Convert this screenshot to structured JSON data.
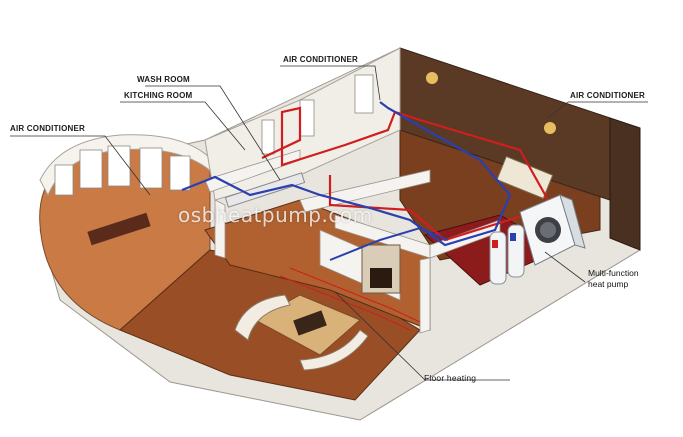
{
  "labels": {
    "air_conditioner_left": "AIR CONDITIONER",
    "wash_room": "WASH ROOM",
    "kitching_room": "KITCHING ROOM",
    "air_conditioner_top": "AIR CONDITIONER",
    "air_conditioner_right": "AIR CONDITIONER",
    "pump_line1": "Multi-function",
    "pump_line2": "heat pump",
    "floor_heating": "Floor heating"
  },
  "watermark": "osbheatpump.com",
  "colors": {
    "hot_pipe": "#d01e1e",
    "cold_pipe": "#2a3fb0",
    "floor_wood": "#8a4b2a",
    "wall": "#f1eee8"
  }
}
